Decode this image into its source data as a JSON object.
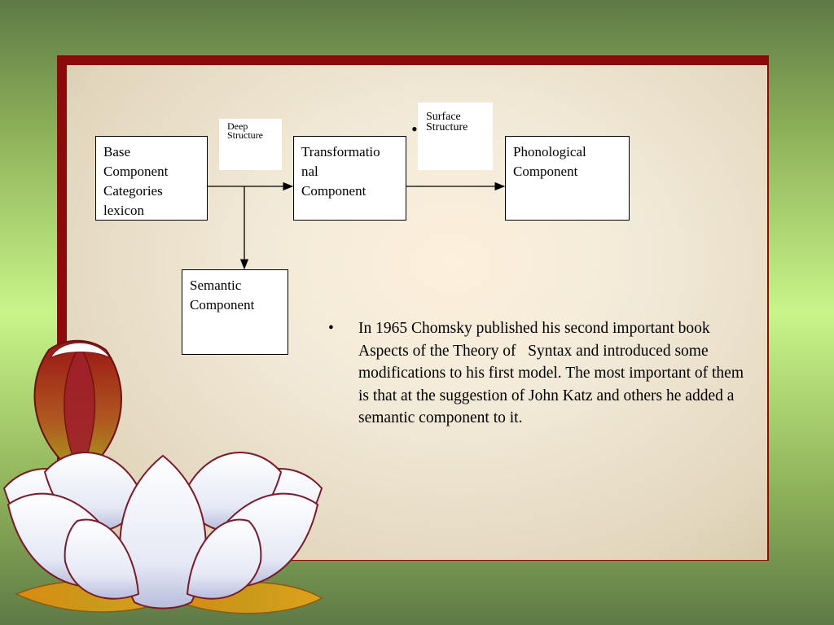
{
  "diagram": {
    "boxes": {
      "base": [
        "Base",
        "Component",
        "Categories",
        "lexicon"
      ],
      "transformational": [
        "Transformatio",
        "nal",
        "Component"
      ],
      "phonological": [
        "Phonological",
        "Component"
      ],
      "semantic": [
        "Semantic",
        "Component"
      ]
    },
    "labels": {
      "deep": [
        "Deep",
        "Structure"
      ],
      "surface": [
        "Surface",
        "Structure"
      ]
    }
  },
  "bullet": {
    "marker": "•",
    "text": "In 1965 Chomsky published his second important book Aspects of the Theory of   Syntax and introduced some modifications to his first model. The most important of them is that at the suggestion of John Katz and others he added a semantic component to it."
  },
  "stray_bullet": "•",
  "colors": {
    "frame": "#8b0a0a",
    "background_green": "#c8f58a",
    "panel": "#f2ead8"
  }
}
